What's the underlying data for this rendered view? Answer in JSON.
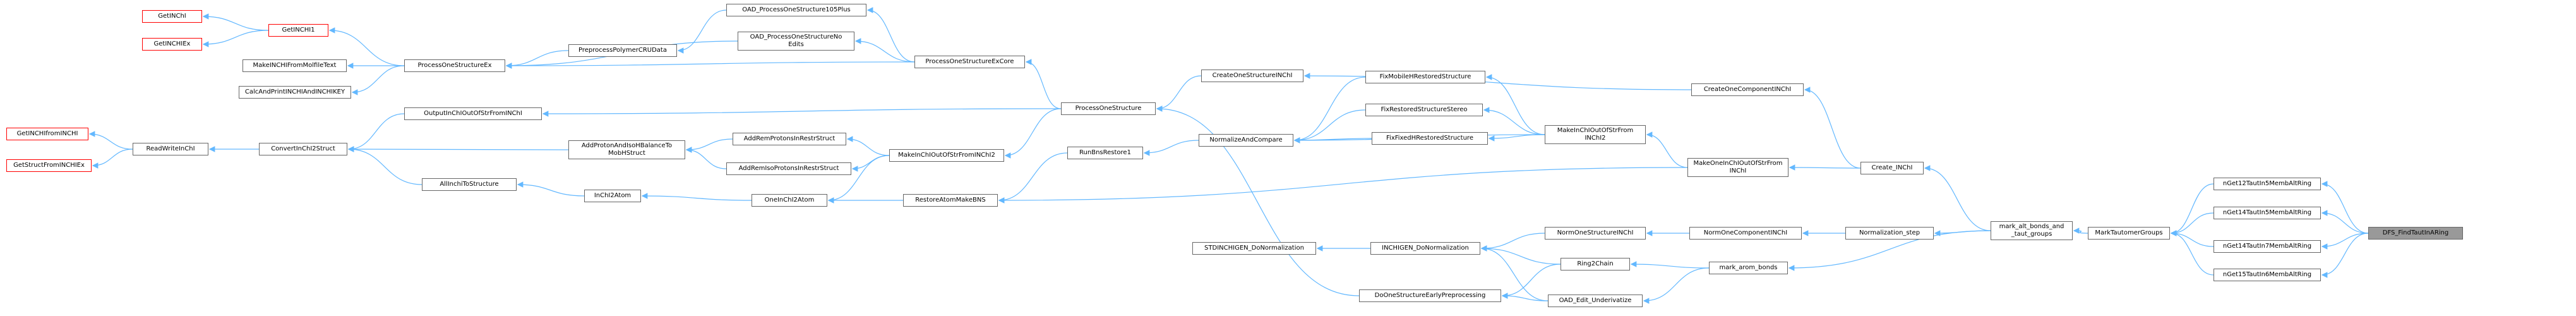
{
  "graph": {
    "edge_color": "#63b8ff",
    "nodes": {
      "GetINChI": "GetINChI",
      "GetINCHI1": "GetINCHI1",
      "GetINCHIEx": "GetINCHIEx",
      "MakeINCHIFromMolfileText": "MakeINCHIFromMolfileText",
      "CalcAndPrintINCHIAndINCHIKEY": "CalcAndPrintINCHIAndINCHIKEY",
      "ProcessOneStructureEx": "ProcessOneStructureEx",
      "PreprocessPolymerCRUData": "PreprocessPolymerCRUData",
      "OAD_ProcessOneStructure105Plus": "OAD_ProcessOneStructure105Plus",
      "OAD_ProcessOneStructureNoEdits": "OAD_ProcessOneStructureNo\nEdits",
      "ProcessOneStructureExCore": "ProcessOneStructureExCore",
      "CreateOneStructureINChI": "CreateOneStructureINChI",
      "ProcessOneStructure": "ProcessOneStructure",
      "GetINCHIfromINCHI": "GetINCHIfromINCHI",
      "GetStructFromINCHIEx": "GetStructFromINCHIEx",
      "ReadWriteInChI": "ReadWriteInChI",
      "ConvertInChI2Struct": "ConvertInChI2Struct",
      "OutputInChIOutOfStrFromINChI": "OutputInChIOutOfStrFromINChI",
      "AddProtonAndIsoHBalanceToMobHStruct": "AddProtonAndIsoHBalanceTo\nMobHStruct",
      "AddRemProtonsInRestrStruct": "AddRemProtonsInRestrStruct",
      "AddRemIsoProtonsInRestrStruct": "AddRemIsoProtonsInRestrStruct",
      "MakeInChIOutOfStrFromINChI2_mid": "MakeInChIOutOfStrFromINChI2",
      "RunBnsRestore1": "RunBnsRestore1",
      "NormalizeAndCompare": "NormalizeAndCompare",
      "AllInchiToStructure": "AllInchiToStructure",
      "InChI2Atom": "InChI2Atom",
      "OneInChI2Atom": "OneInChI2Atom",
      "RestoreAtomMakeBNS": "RestoreAtomMakeBNS",
      "FixMobileHRestoredStructure": "FixMobileHRestoredStructure",
      "FixRestoredStructureStereo": "FixRestoredStructureStereo",
      "FixFixedHRestoredStructure": "FixFixedHRestoredStructure",
      "MakeInChIOutOfStrFromINChI2_right": "MakeInChIOutOfStrFrom\nINChI2",
      "MakeOneInChIOutOfStrFromINChI": "MakeOneInChIOutOfStrFrom\nINChI",
      "CreateOneComponentINChI": "CreateOneComponentINChI",
      "Create_INChI": "Create_INChI",
      "STDINCHIGEN_DoNormalization": "STDINCHIGEN_DoNormalization",
      "INCHIGEN_DoNormalization": "INCHIGEN_DoNormalization",
      "DoOneStructureEarlyPreprocessing": "DoOneStructureEarlyPreprocessing",
      "NormOneStructureINChI": "NormOneStructureINChI",
      "Ring2Chain": "Ring2Chain",
      "OAD_Edit_Underivatize": "OAD_Edit_Underivatize",
      "NormOneComponentINChI": "NormOneComponentINChI",
      "mark_arom_bonds": "mark_arom_bonds",
      "Normalization_step": "Normalization_step",
      "mark_alt_bonds_and_taut_groups": "mark_alt_bonds_and\n_taut_groups",
      "MarkTautomerGroups": "MarkTautomerGroups",
      "nGet12TautIn5MembAltRing": "nGet12TautIn5MembAltRing",
      "nGet14TautIn5MembAltRing": "nGet14TautIn5MembAltRing",
      "nGet14TautIn7MembAltRing": "nGet14TautIn7MembAltRing",
      "nGet15TautIn6MembAltRing": "nGet15TautIn6MembAltRing",
      "DFS_FindTautInARing": "DFS_FindTautInARing"
    }
  }
}
